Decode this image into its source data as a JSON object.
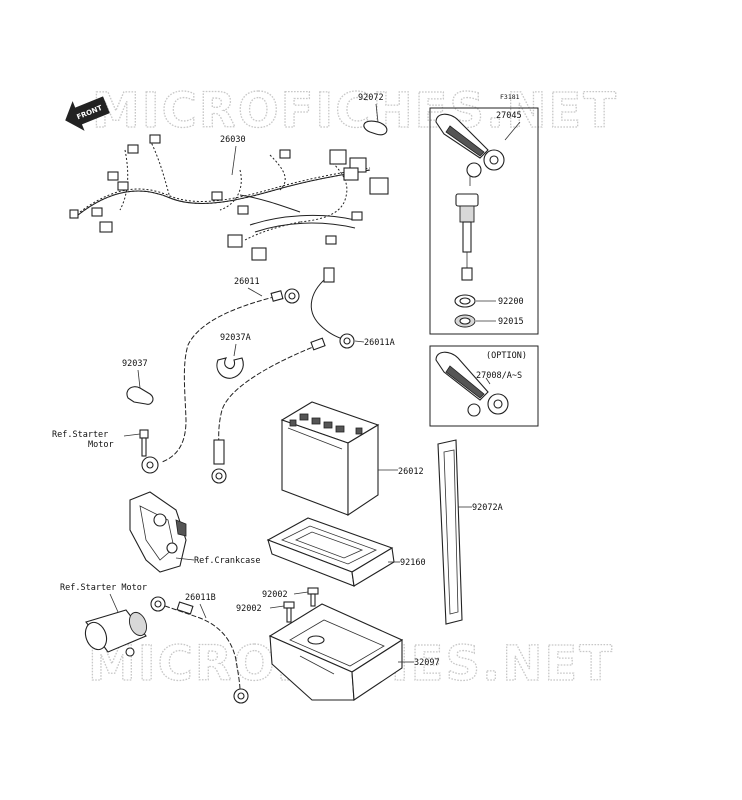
{
  "diagram": {
    "code": "F3181",
    "watermark": "MICROFICHES.NET",
    "front_label": "FRONT",
    "option_label": "(OPTION)"
  },
  "labels": {
    "p26030": "26030",
    "p92072": "92072",
    "p27045": "27045",
    "p26011": "26011",
    "p92037A": "92037A",
    "p26011A": "26011A",
    "p92037": "92037",
    "p92200": "92200",
    "p92015": "92015",
    "p27008": "27008/A~S",
    "ref_starter_1": "Ref.Starter",
    "ref_starter_2": "Motor",
    "p26012": "26012",
    "p92072A": "92072A",
    "ref_crankcase": "Ref.Crankcase",
    "p92160": "92160",
    "ref_starter_motor": "Ref.Starter Motor",
    "p26011B": "26011B",
    "p92002a": "92002",
    "p92002b": "92002",
    "p32097": "32097"
  }
}
